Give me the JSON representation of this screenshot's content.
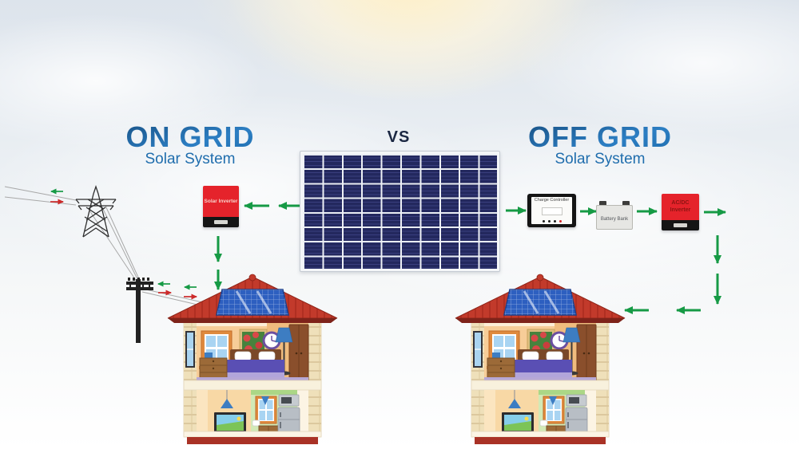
{
  "scene": {
    "left_title": "ON GRID",
    "left_subtitle": "Solar System",
    "versus": "VS",
    "right_title": "OFF GRID",
    "right_subtitle": "Solar System"
  },
  "components": {
    "solar_panel": {
      "name": "solar-panel-array"
    },
    "solar_inverter": {
      "label": "Solar Inverter"
    },
    "charge_controller": {
      "label": "Charge Controller"
    },
    "battery_bank": {
      "label": "Battery Bank"
    },
    "acdc_inverter": {
      "label": "AC/DC Inverter"
    }
  },
  "colors": {
    "title_blue": "#1d6cab",
    "versus_navy": "#1a2742",
    "arrow_green": "#169a45",
    "arrow_red": "#cc2a2a",
    "device_red": "#e5232b",
    "panel_navy": "#23285e",
    "roof_red": "#c23a2b"
  }
}
